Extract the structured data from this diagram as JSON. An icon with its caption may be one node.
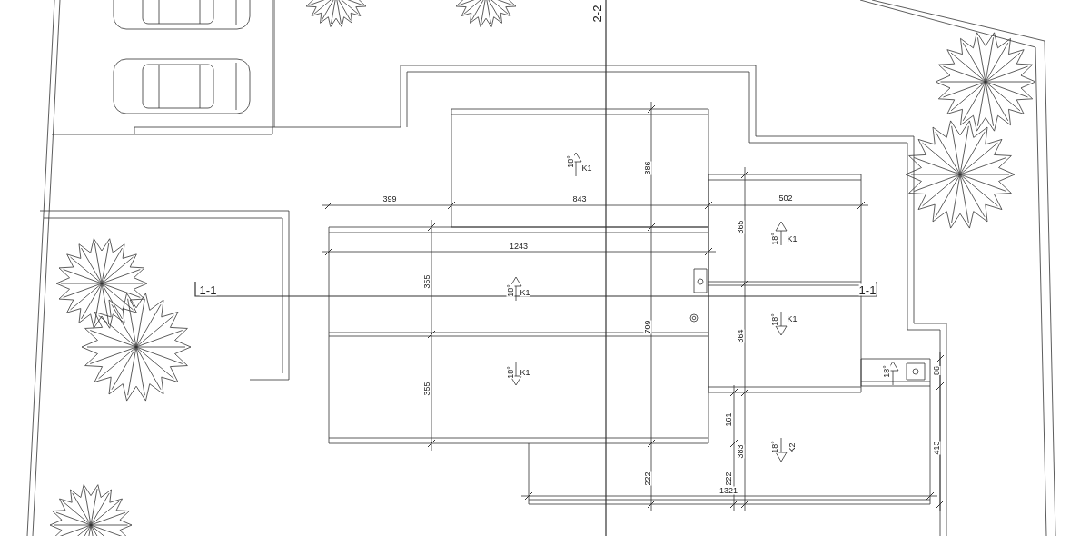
{
  "diagram": {
    "labels": [
      "2-2",
      "18°",
      "K1",
      "386",
      "399",
      "843",
      "502",
      "1243",
      "365",
      "18°",
      "K1",
      "355",
      "18°",
      "K1",
      "1-1",
      "1-1",
      "18°",
      "K1",
      "709",
      "364",
      "18°",
      "86",
      "355",
      "18°",
      "K1",
      "161",
      "383",
      "18°",
      "K2",
      "413",
      "222",
      "222",
      "1321"
    ]
  }
}
